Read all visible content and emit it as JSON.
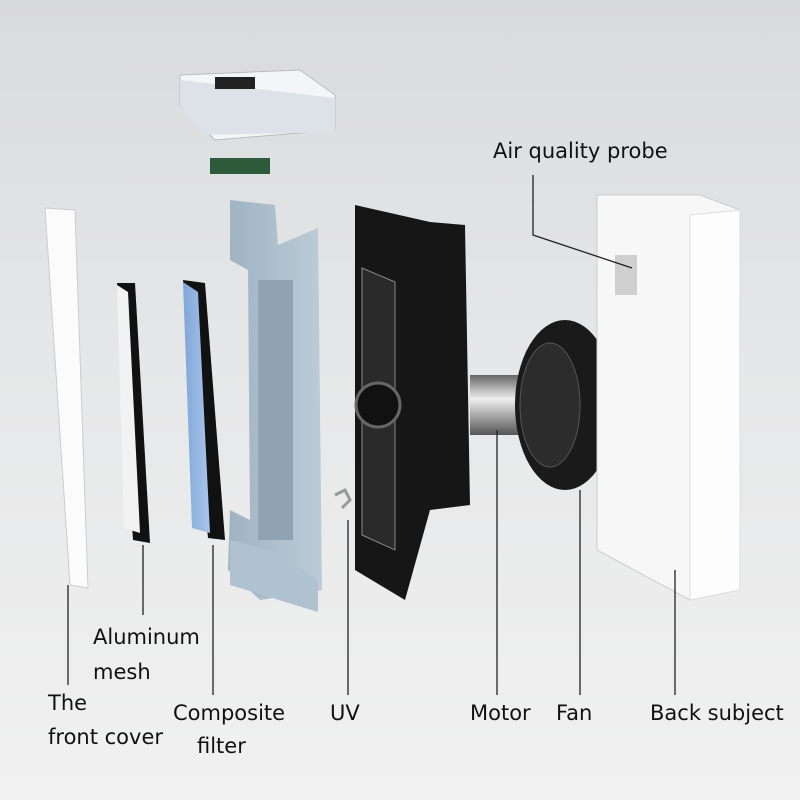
{
  "labels": {
    "air_quality_probe": "Air quality probe",
    "aluminum_mesh_1": "Aluminum",
    "aluminum_mesh_2": "mesh",
    "front_cover_1": "The",
    "front_cover_2": "front cover",
    "composite_filter_1": "Composite",
    "composite_filter_2": "filter",
    "uv": "UV",
    "motor": "Motor",
    "fan": "Fan",
    "back_subject": "Back subject"
  },
  "colors": {
    "filter_blue": "#8fb3df",
    "frame_blue": "#a9bccb",
    "black": "#141414"
  }
}
